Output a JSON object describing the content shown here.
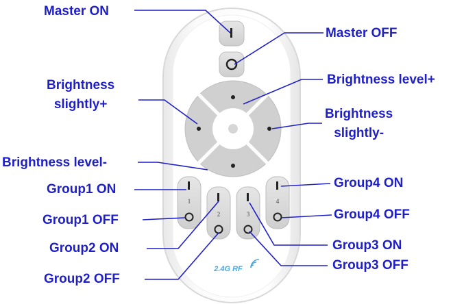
{
  "colors": {
    "label": "#1f1fc6",
    "leader": "#1f1fc6",
    "brand": "#4aa8e0",
    "button": "#d6d6d6",
    "body": "#f6f6f6"
  },
  "labels": {
    "master_on": "Master ON",
    "master_off": "Master OFF",
    "brightness_slightly_plus": [
      "Brightness",
      "slightly+"
    ],
    "brightness_level_plus": "Brightness level+",
    "brightness_slightly_minus": [
      "Brightness",
      "slightly-"
    ],
    "brightness_level_minus": "Brightness level-",
    "group1_on": "Group1 ON",
    "group1_off": "Group1 OFF",
    "group2_on": "Group2 ON",
    "group2_off": "Group2 OFF",
    "group3_on": "Group3 ON",
    "group3_off": "Group3 OFF",
    "group4_on": "Group4 ON",
    "group4_off": "Group4 OFF"
  },
  "remote": {
    "brand_text": "2.4G RF",
    "group_numbers": [
      "1",
      "2",
      "3",
      "4"
    ],
    "button_glyphs": {
      "on": "I",
      "off": "O"
    }
  }
}
